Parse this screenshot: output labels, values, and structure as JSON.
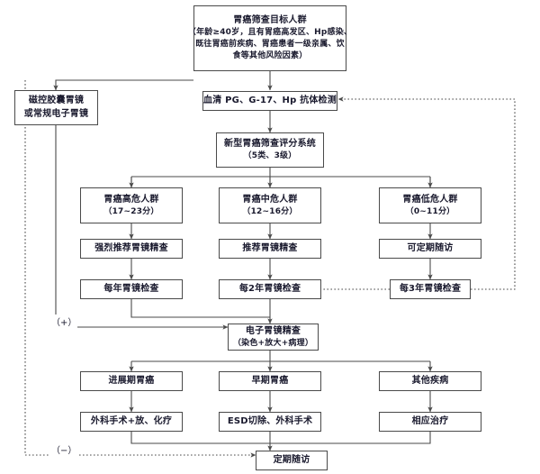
{
  "diagram": {
    "title": "胃癌筛查流程图",
    "colors": {
      "box_border": "#4a4a4a",
      "line": "#4a4a4a",
      "text": "#1a1a2e",
      "background": "#ffffff"
    },
    "nodes": {
      "target_population": {
        "line1": "胃癌筛查目标人群",
        "line2": "（年龄≥40岁，且有胃癌高发区、Hp感染、",
        "line3": "既往胃癌前疾病、胃癌患者一级亲属、饮",
        "line4": "食等其他风险因素）"
      },
      "capsule_endoscopy": {
        "line1": "磁控胶囊胃镜",
        "line2": "或常规电子胃镜"
      },
      "serum_test": {
        "line1": "血清 PG、G-17、Hp 抗体检测"
      },
      "scoring_system": {
        "line1": "新型胃癌筛查评分系统",
        "line2": "（5类、3级）"
      },
      "high_risk": {
        "line1": "胃癌高危人群",
        "line2": "（17~23分）"
      },
      "medium_risk": {
        "line1": "胃癌中危人群",
        "line2": "（12~16分）"
      },
      "low_risk": {
        "line1": "胃癌低危人群",
        "line2": "（0~11分）"
      },
      "strongly_recommend": {
        "line1": "强烈推荐胃镜精查"
      },
      "recommend": {
        "line1": "推荐胃镜精查"
      },
      "may_follow_up": {
        "line1": "可定期随访"
      },
      "yearly_check": {
        "line1": "每年胃镜检查"
      },
      "biennial_check": {
        "line1": "每2年胃镜检查"
      },
      "triennial_check": {
        "line1": "每3年胃镜检查"
      },
      "detailed_endoscopy": {
        "line1": "电子胃镜精查",
        "line2": "（染色+放大+病理）"
      },
      "advanced_cancer": {
        "line1": "进展期胃癌"
      },
      "early_cancer": {
        "line1": "早期胃癌"
      },
      "other_disease": {
        "line1": "其他疾病"
      },
      "surgery_radio_chemo": {
        "line1": "外科手术+放、化疗"
      },
      "esd_surgery": {
        "line1": "ESD切除、外科手术"
      },
      "corresponding_treatment": {
        "line1": "相应治疗"
      },
      "regular_follow_up": {
        "line1": "定期随访"
      }
    },
    "edge_labels": {
      "positive": "（+）",
      "negative": "（−）"
    }
  }
}
